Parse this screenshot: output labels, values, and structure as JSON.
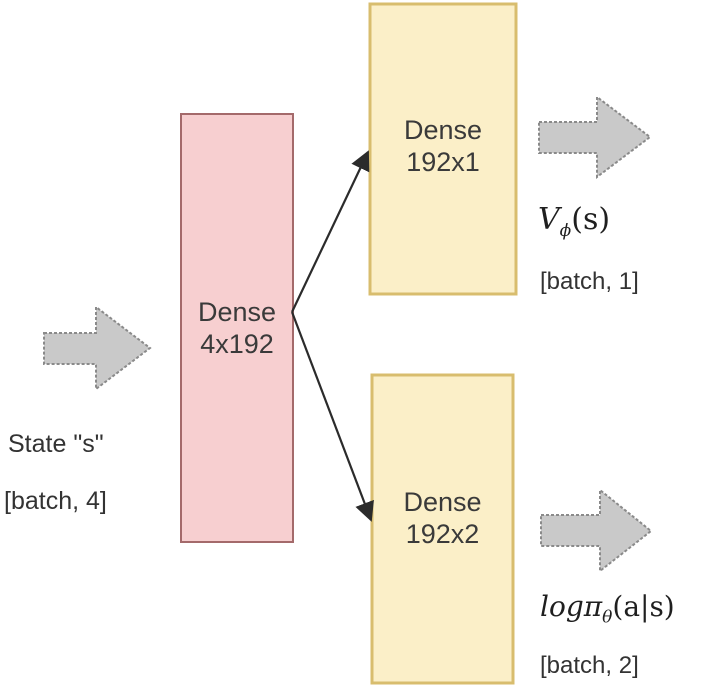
{
  "colors": {
    "dense_main_fill": "#f7cfd0",
    "dense_main_border": "#a46a6b",
    "dense_head_fill": "#fbefc8",
    "dense_head_border": "#d8bd6e",
    "arrow_fill": "#c9c9c9",
    "arrow_border": "#8a8a8a",
    "connector": "#2b2b2b"
  },
  "input": {
    "label": "State \"s\"",
    "shape": "[batch, 4]"
  },
  "layers": {
    "main": {
      "name": "Dense",
      "size": "4x192"
    },
    "value_head": {
      "name": "Dense",
      "size": "192x1"
    },
    "policy_head": {
      "name": "Dense",
      "size": "192x2"
    }
  },
  "outputs": {
    "value": {
      "symbol": "V",
      "subscript": "ϕ",
      "argument": "(s)",
      "shape": "[batch, 1]"
    },
    "policy": {
      "prefix": "logπ",
      "subscript": "θ",
      "argument": "(a|s)",
      "shape": "[batch, 2]"
    }
  }
}
